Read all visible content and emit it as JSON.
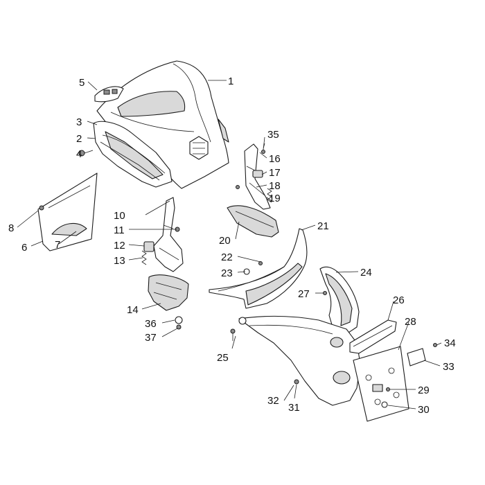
{
  "diagram": {
    "type": "exploded-parts-diagram",
    "line_color": "#1a1a1a",
    "fill_light": "#ffffff",
    "fill_shade": "#d9d9d9",
    "callouts": [
      {
        "id": "c1",
        "label": "1"
      },
      {
        "id": "c2",
        "label": "2"
      },
      {
        "id": "c3",
        "label": "3"
      },
      {
        "id": "c4",
        "label": "4"
      },
      {
        "id": "c5",
        "label": "5"
      },
      {
        "id": "c6",
        "label": "6"
      },
      {
        "id": "c7",
        "label": "7"
      },
      {
        "id": "c8",
        "label": "8"
      },
      {
        "id": "c10",
        "label": "10"
      },
      {
        "id": "c11",
        "label": "11"
      },
      {
        "id": "c12",
        "label": "12"
      },
      {
        "id": "c13",
        "label": "13"
      },
      {
        "id": "c14",
        "label": "14"
      },
      {
        "id": "c16",
        "label": "16"
      },
      {
        "id": "c17",
        "label": "17"
      },
      {
        "id": "c18",
        "label": "18"
      },
      {
        "id": "c19",
        "label": "19"
      },
      {
        "id": "c20",
        "label": "20"
      },
      {
        "id": "c21",
        "label": "21"
      },
      {
        "id": "c22",
        "label": "22"
      },
      {
        "id": "c23",
        "label": "23"
      },
      {
        "id": "c24",
        "label": "24"
      },
      {
        "id": "c25",
        "label": "25"
      },
      {
        "id": "c26",
        "label": "26"
      },
      {
        "id": "c27",
        "label": "27"
      },
      {
        "id": "c28",
        "label": "28"
      },
      {
        "id": "c29",
        "label": "29"
      },
      {
        "id": "c30",
        "label": "30"
      },
      {
        "id": "c31",
        "label": "31"
      },
      {
        "id": "c32",
        "label": "32"
      },
      {
        "id": "c33",
        "label": "33"
      },
      {
        "id": "c34",
        "label": "34"
      },
      {
        "id": "c35",
        "label": "35"
      },
      {
        "id": "c36",
        "label": "36"
      },
      {
        "id": "c37",
        "label": "37"
      }
    ]
  }
}
